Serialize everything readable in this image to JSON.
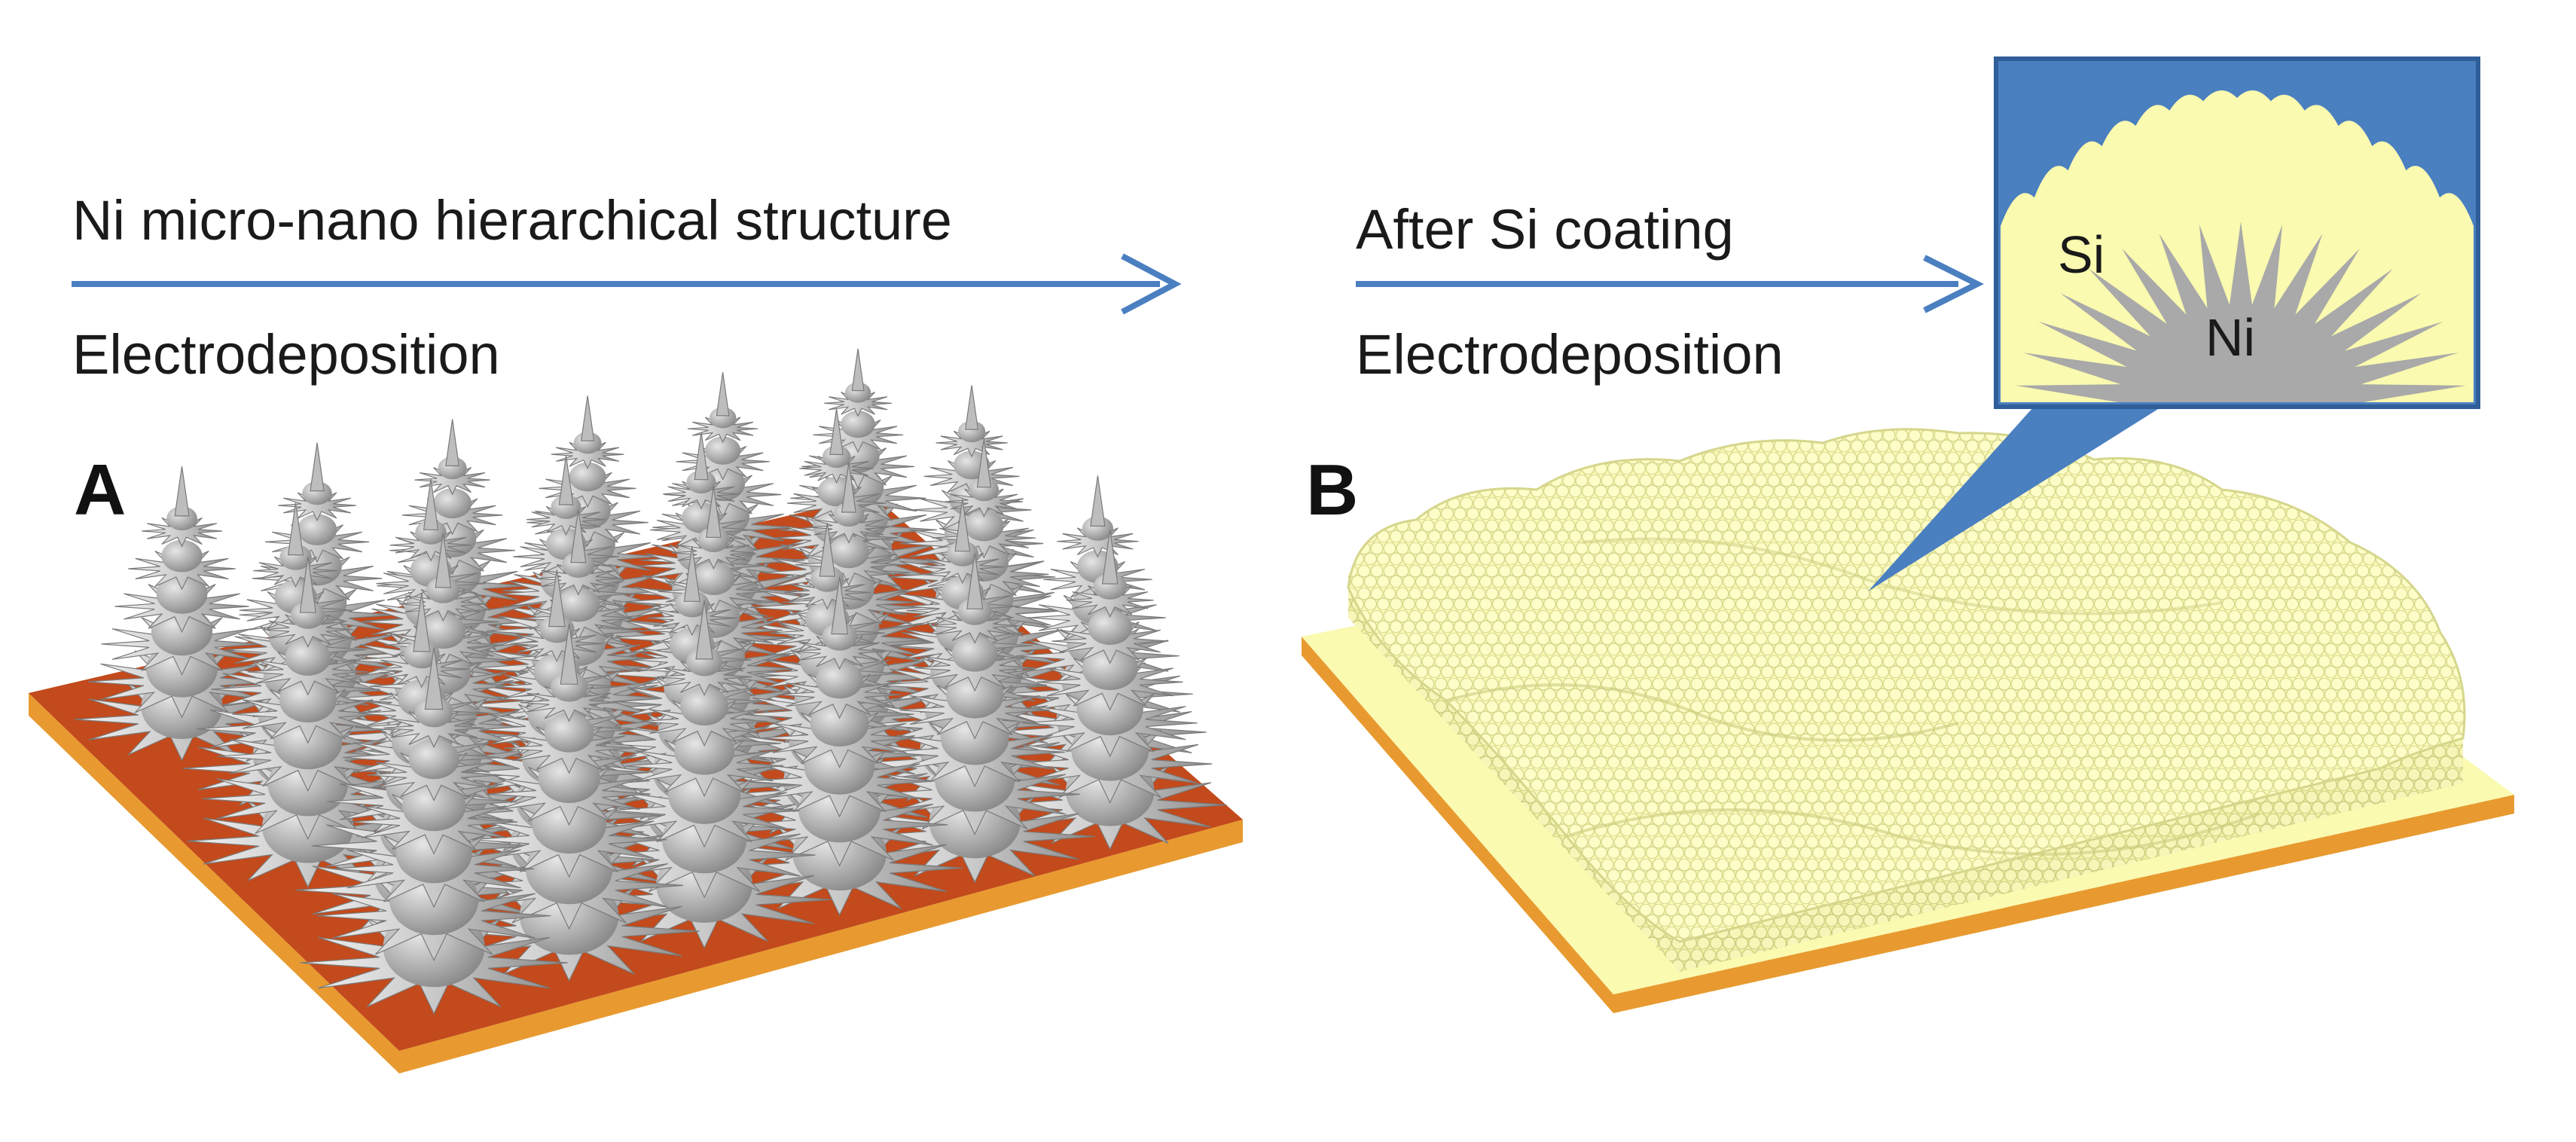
{
  "process_a": {
    "top_label": "Ni micro-nano hierarchical structure",
    "bottom_label": "Electrodeposition"
  },
  "process_b": {
    "top_label": "After Si coating",
    "bottom_label": "Electrodeposition"
  },
  "panels": {
    "a_letter": "A",
    "b_letter": "B"
  },
  "inset": {
    "si_label": "Si",
    "ni_label": "Ni"
  },
  "colors": {
    "arrow": "#4a7fc0",
    "inset_background": "#4a7fc0",
    "silicon": "#fafab0",
    "nickel": "#a9a9a9",
    "substrate_a_top": "#c24a1c",
    "substrate_edge": "#e89a30"
  }
}
